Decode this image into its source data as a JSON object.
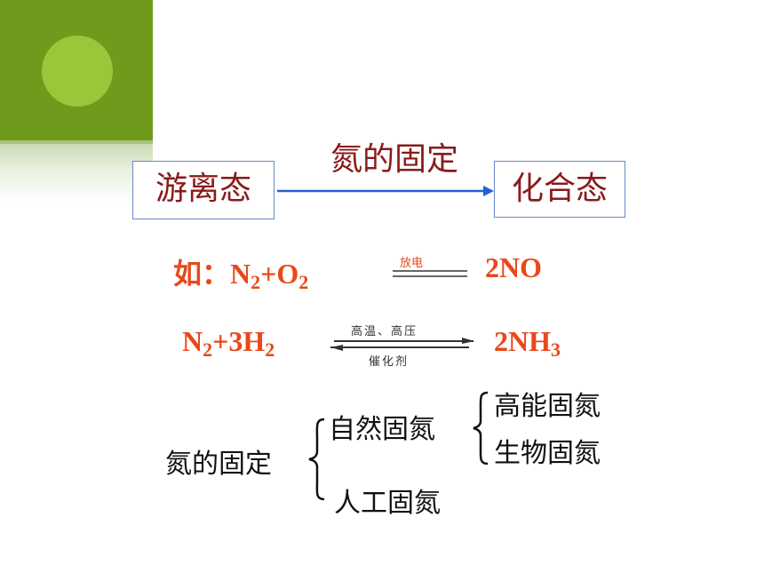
{
  "top": {
    "arrow_label": "氮的固定",
    "left_box": "游离态",
    "right_box": "化合态"
  },
  "equations": {
    "eq1": {
      "prefix": "如：N",
      "sub1": "2",
      "mid": "+O",
      "sub2": "2",
      "condition": "放电",
      "product": "2NO"
    },
    "eq2": {
      "n": "N",
      "sub1": "2",
      "mid": "+3H",
      "sub2": "2",
      "condition_top": "高温、高压",
      "condition_bottom": "催化剂",
      "product": "2NH",
      "product_sub": "3"
    }
  },
  "classification": {
    "root": "氮的固定",
    "natural": "自然固氮",
    "natural_children": [
      "高能固氮",
      "生物固氮"
    ],
    "artificial": "人工固氮"
  }
}
